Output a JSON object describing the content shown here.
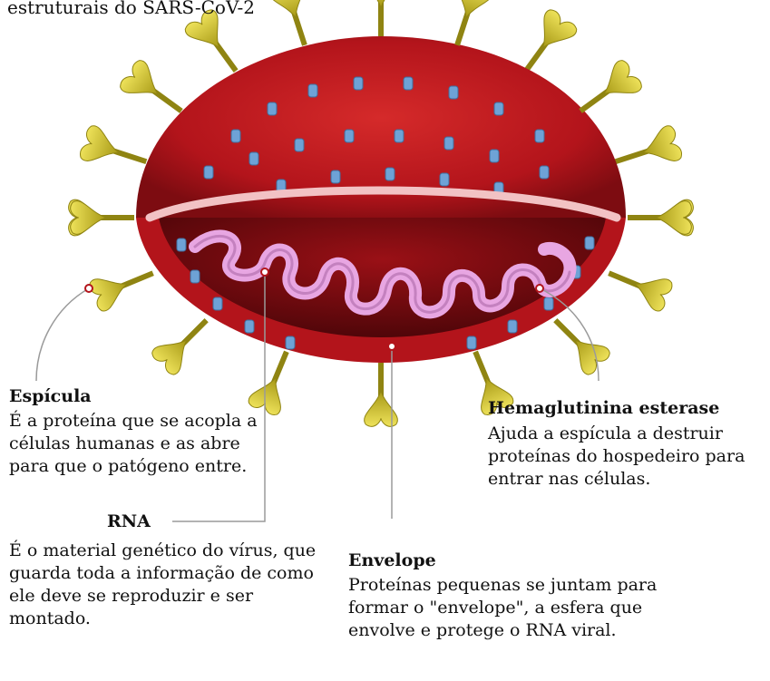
{
  "title": "estruturais do SARS-CoV-2",
  "colors": {
    "envelope": "#b3141b",
    "envelope_dark": "#6e0a0f",
    "spike": "#ddd01c",
    "spike_dark": "#8f8412",
    "membrane_protein": "#6ea2d6",
    "rna": "#e8a6e2",
    "rim": "#f2c2c4",
    "leader": "#9a9a9a"
  },
  "labels": {
    "espicula": {
      "heading": "Espícula",
      "body": "É a proteína que se acopla a células humanas e as abre para que o patógeno entre."
    },
    "rna": {
      "heading": "RNA",
      "body": "É o material genético do vírus, que guarda toda a informação de como ele deve se reproduzir e ser montado."
    },
    "envelope": {
      "heading": "Envelope",
      "body": "Proteínas pequenas se juntam para formar o \"envelope\", a esfera que envolve e protege o RNA viral."
    },
    "hemaglutinina": {
      "heading": "Hemaglutinina esterase",
      "body": "Ajuda a espícula a destruir proteínas do hospedeiro para entrar nas células."
    }
  }
}
